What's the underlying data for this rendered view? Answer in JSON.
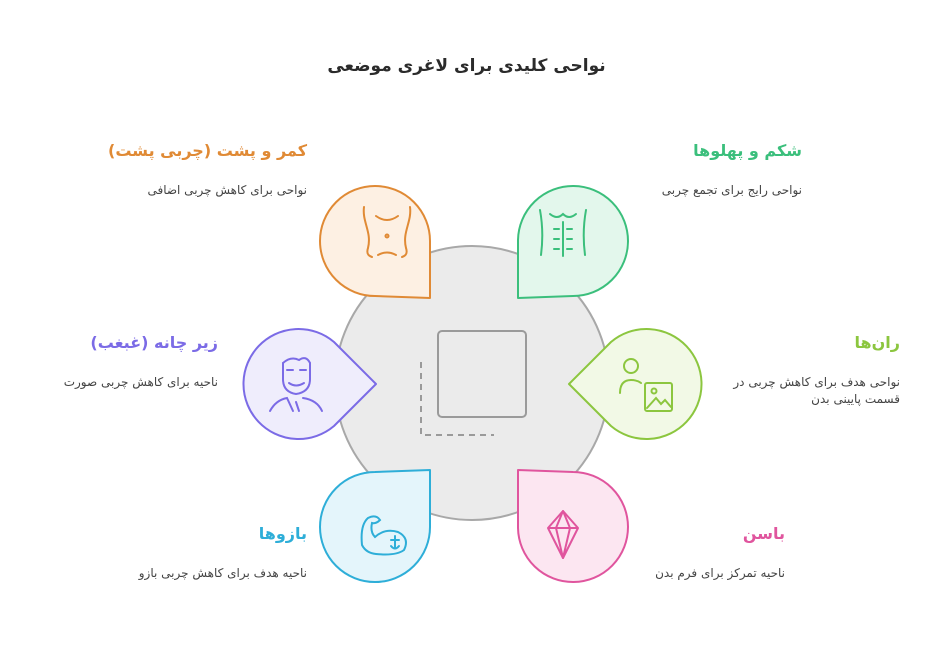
{
  "title": "نواحی کلیدی برای لاغری موضعی",
  "items": [
    {
      "heading": "کمر و پشت (چربی پشت)",
      "desc": "نواحی برای کاهش چربی اضافی",
      "color": "#e08a35",
      "fill": "#fdf0e3",
      "icon": "waist-icon"
    },
    {
      "heading": "شکم و پهلوها",
      "desc": "نواحی رایج برای تجمع چربی",
      "color": "#3bbf7c",
      "fill": "#e3f7ec",
      "icon": "abdomen-icon"
    },
    {
      "heading": "زیر چانه (غبغب)",
      "desc": "ناحیه برای کاهش چربی صورت",
      "color": "#7b6be6",
      "fill": "#efedfc",
      "icon": "face-icon"
    },
    {
      "heading": "ران‌ها",
      "desc": "نواحی هدف برای کاهش چربی در قسمت پایینی بدن",
      "color": "#8cc63f",
      "fill": "#f2f9e6",
      "icon": "user-image-icon"
    },
    {
      "heading": "بازوها",
      "desc": "ناحیه هدف برای کاهش چربی بازو",
      "color": "#2eaed8",
      "fill": "#e4f5fb",
      "icon": "flexed-arm-icon"
    },
    {
      "heading": "باسن",
      "desc": "ناحیه تمرکز برای فرم بدن",
      "color": "#e0559e",
      "fill": "#fce6f1",
      "icon": "gem-icon"
    }
  ]
}
